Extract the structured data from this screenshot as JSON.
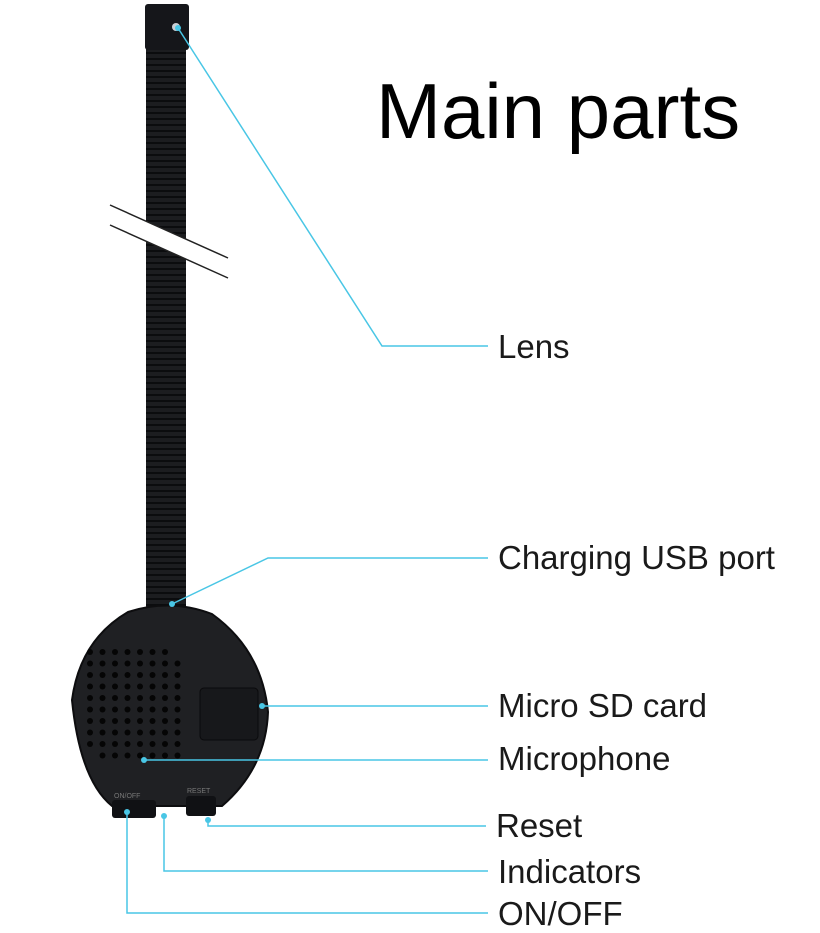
{
  "title": "Main parts",
  "colors": {
    "leader_line": "#49c6e5",
    "device_body": "#1e1f22",
    "device_dark": "#0e0f11",
    "hole": "#050505"
  },
  "callouts": [
    {
      "id": "lens",
      "label": "Lens"
    },
    {
      "id": "usb",
      "label": "Charging USB port"
    },
    {
      "id": "sd",
      "label": "Micro SD card"
    },
    {
      "id": "mic",
      "label": "Microphone"
    },
    {
      "id": "reset",
      "label": "Reset"
    },
    {
      "id": "indicators",
      "label": "Indicators"
    },
    {
      "id": "onoff",
      "label": "ON/OFF"
    }
  ],
  "device_labels": {
    "onoff": "ON/OFF",
    "reset": "RESET"
  }
}
